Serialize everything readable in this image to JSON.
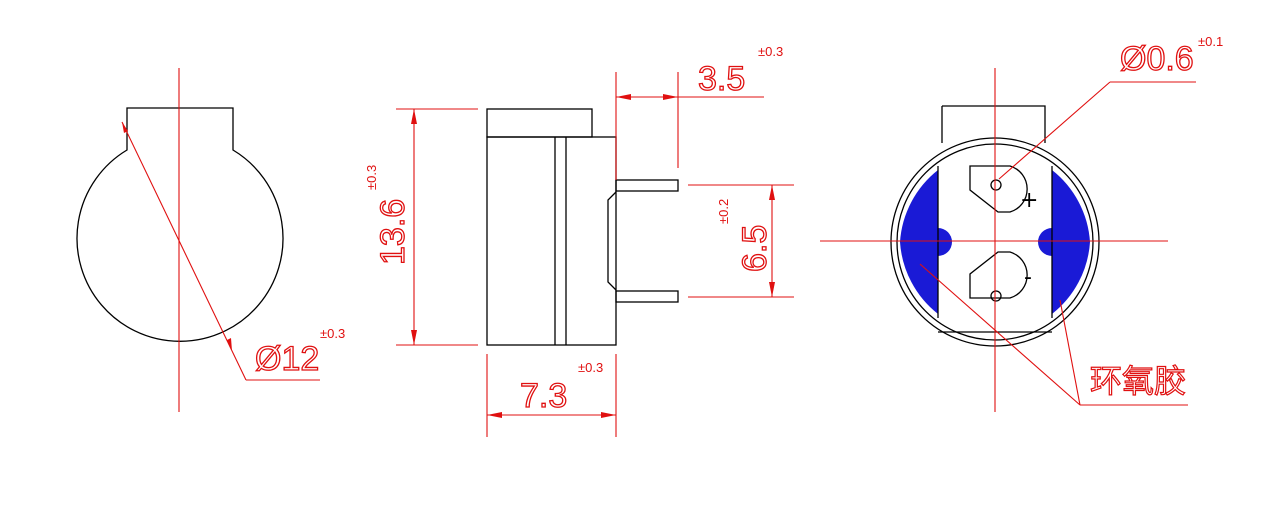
{
  "dimensions": {
    "diameter": {
      "value": "Ø12",
      "tolerance": "±0.3"
    },
    "height": {
      "value": "13.6",
      "tolerance": "±0.3"
    },
    "pin_length": {
      "value": "3.5",
      "tolerance": "±0.3"
    },
    "pin_spacing": {
      "value": "6.5",
      "tolerance": "±0.2"
    },
    "width": {
      "value": "7.3",
      "tolerance": "±0.3"
    },
    "pin_diameter": {
      "value": "Ø0.6",
      "tolerance": "±0.1"
    }
  },
  "labels": {
    "epoxy": "环氧胶",
    "plus": "+",
    "minus": "-"
  },
  "colors": {
    "outline": "#000000",
    "dimension": "#e01010",
    "epoxy_fill": "#1a1ad6"
  }
}
